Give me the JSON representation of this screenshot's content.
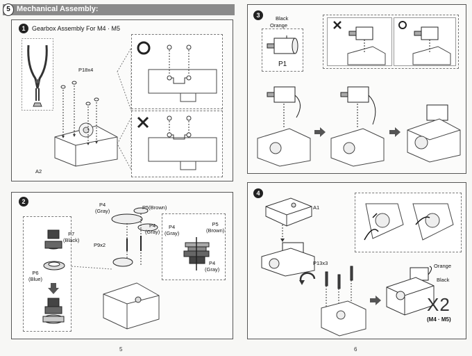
{
  "header": {
    "section_number": "5",
    "title": "Mechanical Assembly:"
  },
  "steps": [
    {
      "number": "1",
      "title": "Gearbox Assembly For M4 · M5",
      "labels": {
        "parts": "P18x4",
        "base": "A2"
      },
      "icons": [
        "correct-o-icon",
        "incorrect-x-icon"
      ]
    },
    {
      "number": "2",
      "labels": {
        "p7": "P7\n(Black)",
        "p6": "P6\n(Blue)",
        "p4_gray_top": "P4\n(Gray)",
        "p5_brown": "P5(Brown)",
        "p4_gray_right": "P4\n(Gray)",
        "p9": "P9x2",
        "detail_p4_gray_left": "P4\n(Gray)",
        "detail_p5_brown": "P5\n(Brown)",
        "detail_p4_gray_bottom": "P4\n(Gray)"
      }
    },
    {
      "number": "3",
      "labels": {
        "black": "Black",
        "orange": "Orange",
        "p1": "P1"
      },
      "icons": [
        "incorrect-x-icon",
        "correct-o-icon"
      ]
    },
    {
      "number": "4",
      "labels": {
        "a1": "A1",
        "p13": "P13x3",
        "orange": "Orange",
        "black": "Black"
      },
      "multiplier": "X2",
      "models": "(M4 · M5)"
    }
  ],
  "pages": {
    "left": "5",
    "right": "6"
  },
  "colors": {
    "header_bg": "#8a8a8a",
    "arrow": "#555555",
    "border": "#555555"
  }
}
